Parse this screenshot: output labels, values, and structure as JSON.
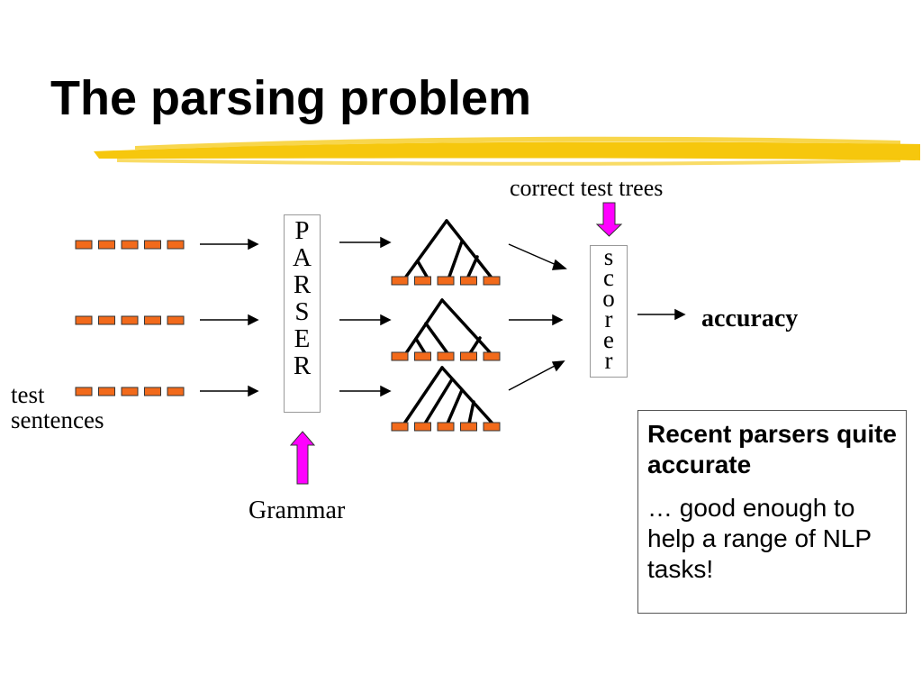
{
  "slide": {
    "title": "The parsing problem",
    "highlight_color": "#f5c400"
  },
  "diagram": {
    "parser_letters": [
      "P",
      "A",
      "R",
      "S",
      "E",
      "R"
    ],
    "scorer_letters": [
      "s",
      "c",
      "o",
      "r",
      "e",
      "r"
    ],
    "labels": {
      "correct_trees": "correct test trees",
      "accuracy": "accuracy",
      "grammar": "Grammar",
      "test_line1": "test",
      "test_line2": "sentences"
    },
    "word_color": "#f26a1b",
    "input_arrow_color": "#ff00ff"
  },
  "callout": {
    "heading": "Recent parsers quite accurate",
    "body": "… good enough to help a range of NLP tasks!"
  }
}
